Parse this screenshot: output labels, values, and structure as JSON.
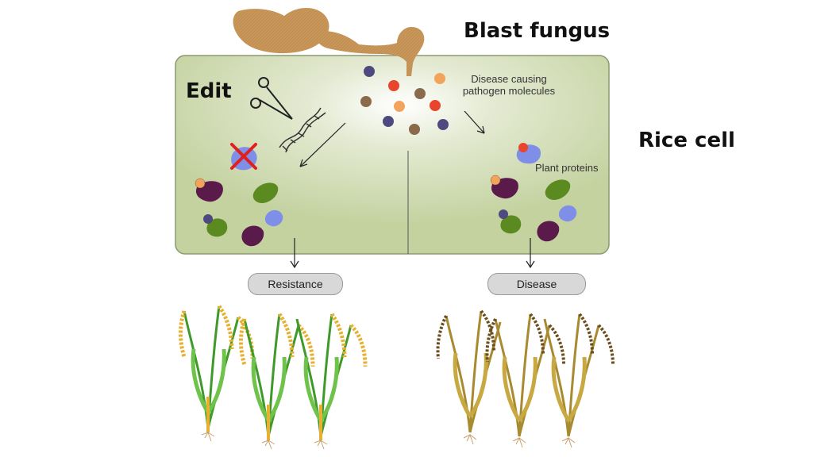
{
  "labels": {
    "blast_fungus": "Blast fungus",
    "rice_cell": "Rice cell",
    "edit": "Edit",
    "disease_molecules_line1": "Disease causing",
    "disease_molecules_line2": "pathogen molecules",
    "plant_proteins": "Plant proteins",
    "resistance": "Resistance",
    "disease": "Disease"
  },
  "colors": {
    "cell_fill": "#c9d6a8",
    "cell_border": "#8a9a70",
    "fungus": "#c9965a",
    "molecule_red": "#e8452c",
    "molecule_orange": "#f2a45c",
    "molecule_brown": "#8a6a4a",
    "molecule_purple": "#4e4a80",
    "protein_purple": "#5a1a4a",
    "protein_green": "#5a8a20",
    "protein_blue": "#7f8fe8",
    "healthy_grain": "#e8b030",
    "healthy_stem": "#3f9a2a",
    "diseased_plant": "#b08a2a",
    "cross_red": "#e02020"
  },
  "icons": [
    "scissors-icon",
    "dna-icon",
    "cross-mark-icon"
  ]
}
